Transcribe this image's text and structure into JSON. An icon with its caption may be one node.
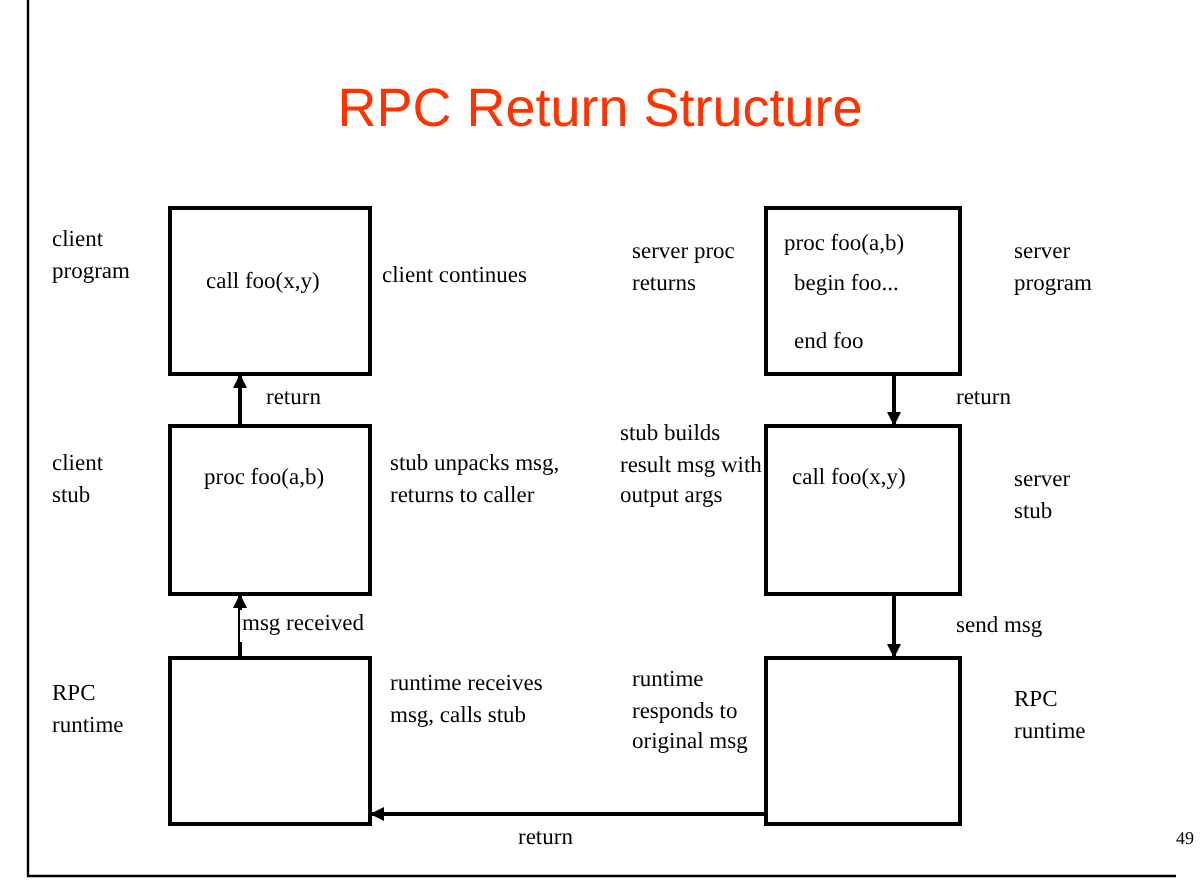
{
  "diagram": {
    "title": "RPC Return Structure",
    "nodes": [
      {
        "text": [
          "call foo(x,y)"
        ],
        "beside": [
          "client program",
          "client continues"
        ]
      },
      {
        "text": [
          "proc foo(a,b)"
        ],
        "beside": [
          "client stub",
          "stub unpacks msg, returns to caller"
        ]
      },
      {
        "text": [],
        "shape": "box",
        "beside": [
          "RPC runtime",
          "runtime receives msg, calls stub"
        ]
      },
      {
        "text": [
          "proc foo(a,b)",
          "begin foo...",
          "end foo"
        ],
        "beside": [
          "server proc returns",
          "server program"
        ]
      },
      {
        "text": [
          "call foo(x,y)"
        ],
        "beside": [
          "stub builds result msg with output args",
          "server stub"
        ]
      },
      {
        "text": [],
        "shape": "box",
        "beside": [
          "runtime responds to original msg",
          "RPC runtime"
        ]
      }
    ],
    "edges": [
      {
        "from": 1,
        "to": 0,
        "arrow": "to",
        "label": "return"
      },
      {
        "from": 2,
        "to": 1,
        "arrow": "to",
        "label": "msg received"
      },
      {
        "from": 3,
        "to": 4,
        "arrow": "to",
        "label": "return"
      },
      {
        "from": 4,
        "to": 5,
        "arrow": "to",
        "label": "send msg"
      },
      {
        "from": 5,
        "to": 2,
        "arrow": "to",
        "label": "return"
      }
    ],
    "labels": [
      "49"
    ]
  }
}
